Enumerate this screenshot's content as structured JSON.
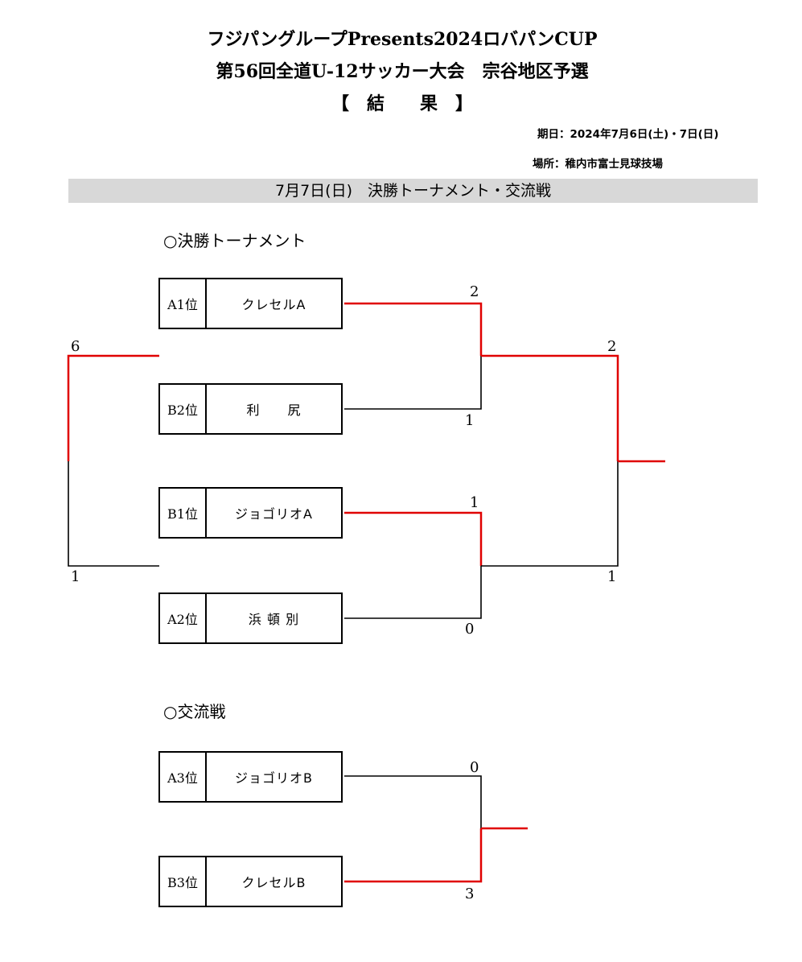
{
  "header": {
    "title_line1": "フジパングループPresents2024ロバパンCUP",
    "title_line2": "第56回全道U-12サッカー大会　宗谷地区予選",
    "title_line3": "【　結　　果　】",
    "date": "期日：2024年7月6日(土)・7日(日)",
    "venue": "場所：稚内市富士見球技場"
  },
  "banner": {
    "text": "7月7日(日)　決勝トーナメント・交流戦"
  },
  "tournament": {
    "heading": "○決勝トーナメント",
    "teams": [
      {
        "seed": "A1位",
        "name": "クレセルA"
      },
      {
        "seed": "B2位",
        "name": "利　　尻"
      },
      {
        "seed": "B1位",
        "name": "ジョゴリオA"
      },
      {
        "seed": "A2位",
        "name": "浜 頓 別"
      }
    ],
    "scores": {
      "semi1_top": "2",
      "semi1_bottom": "1",
      "semi2_top": "1",
      "semi2_bottom": "0",
      "final_top": "2",
      "final_bottom": "1",
      "third_top": "6",
      "third_bottom": "1"
    }
  },
  "exchange": {
    "heading": "○交流戦",
    "teams": [
      {
        "seed": "A3位",
        "name": "ジョゴリオB"
      },
      {
        "seed": "B3位",
        "name": "クレセルB"
      }
    ],
    "scores": {
      "top": "0",
      "bottom": "3"
    }
  },
  "colors": {
    "winner_line": "#e00000",
    "loser_line": "#000000",
    "banner_bg": "#d8d8d8"
  }
}
